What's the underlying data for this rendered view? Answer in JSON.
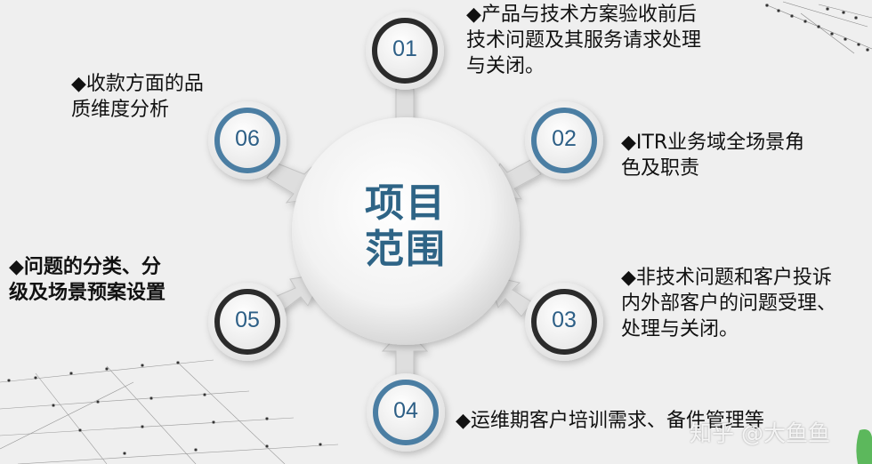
{
  "center": {
    "line1": "项目",
    "line2": "范围"
  },
  "nodes": [
    {
      "number": "01",
      "text": "◆产品与技术方案验收前后技术问题及其服务请求处理与关闭。"
    },
    {
      "number": "02",
      "text": "◆ITR业务域全场景角色及职责"
    },
    {
      "number": "03",
      "text": "◆非技术问题和客户投诉内外部客户的问题受理、处理与关闭。"
    },
    {
      "number": "04",
      "text": "◆运维期客户培训需求、备件管理等"
    },
    {
      "number": "05",
      "text": "◆问题的分类、分级及场景预案设置"
    },
    {
      "number": "06",
      "text": "◆收款方面的品质维度分析"
    }
  ],
  "text_lines": {
    "n1": [
      "◆产品与技术方案验收前后",
      "技术问题及其服务请求处理",
      "与关闭。"
    ],
    "n2": [
      "◆ITR业务域全场景角",
      "色及职责"
    ],
    "n3": [
      "◆非技术问题和客户投诉",
      "内外部客户的问题受理、",
      "处理与关闭。"
    ],
    "n4": [
      "◆运维期客户培训需求、备件管理等"
    ],
    "n5": [
      "◆问题的分类、分",
      "级及场景预案设置"
    ],
    "n6": [
      "◆收款方面的品",
      "质维度分析"
    ]
  },
  "watermark": "知乎 @大鱼鱼",
  "colors": {
    "accent": "#2e6486",
    "ring_dark": "#2b2b2b",
    "ring_blue": "#4b7ea3",
    "arrow": "#dcdcdc"
  }
}
